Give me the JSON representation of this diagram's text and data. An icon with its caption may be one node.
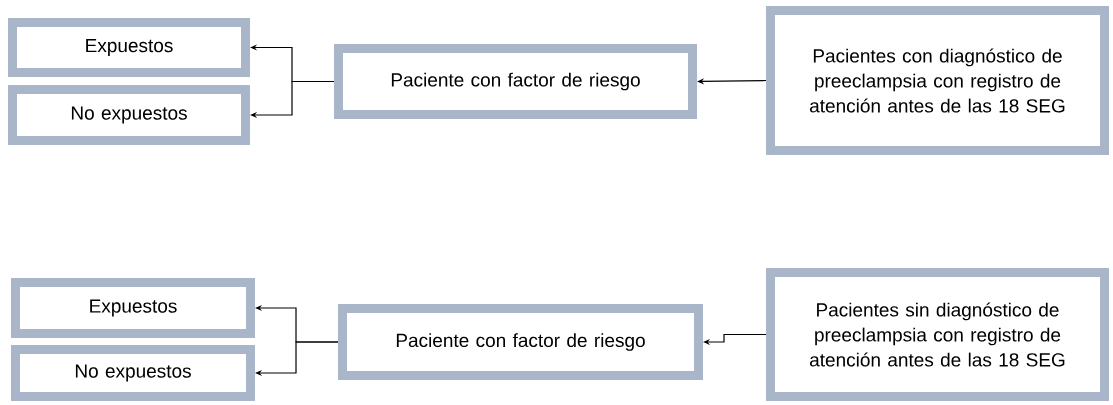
{
  "diagram": {
    "nodes": [
      {
        "text": [
          "Expuestos"
        ]
      },
      {
        "text": [
          "No expuestos"
        ]
      },
      {
        "text": [
          "Paciente con factor de riesgo"
        ]
      },
      {
        "text": [
          "Pacientes con diagnóstico de preeclampsia con registro de atención antes de las 18 SEG"
        ]
      },
      {
        "text": [
          "Expuestos"
        ]
      },
      {
        "text": [
          "No expuestos"
        ]
      },
      {
        "text": [
          "Paciente con factor de riesgo"
        ]
      },
      {
        "text": [
          "Pacientes sin diagnóstico de preeclampsia con registro de atención antes de las 18 SEG"
        ]
      }
    ],
    "edges": [
      {
        "from": 3,
        "to": 2,
        "arrow": "to"
      },
      {
        "from": 2,
        "to": 0,
        "arrow": "to"
      },
      {
        "from": 2,
        "to": 1,
        "arrow": "to"
      },
      {
        "from": 7,
        "to": 6,
        "arrow": "to"
      },
      {
        "from": 6,
        "to": 4,
        "arrow": "to"
      },
      {
        "from": 6,
        "to": 5,
        "arrow": "to"
      }
    ]
  }
}
